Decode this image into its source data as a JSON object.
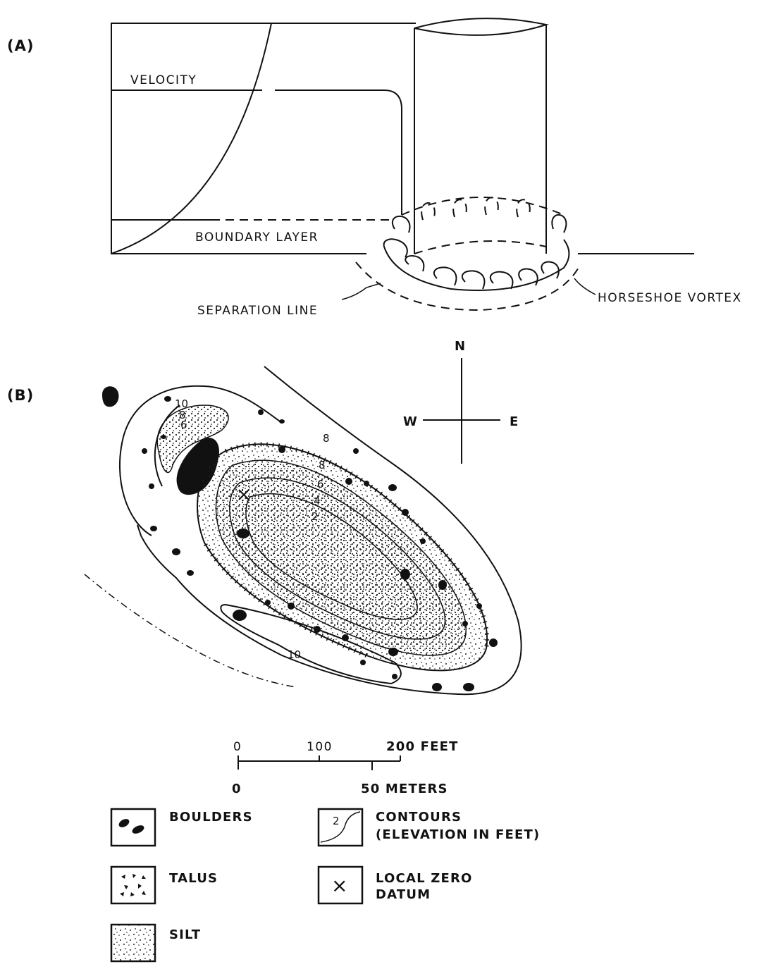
{
  "panel_a": {
    "label": "(A)",
    "velocity": "VELOCITY",
    "boundary_layer": "BOUNDARY LAYER",
    "separation_line": "SEPARATION LINE",
    "horseshoe_vortex": "HORSESHOE VORTEX"
  },
  "panel_b": {
    "label": "(B)",
    "compass": {
      "n": "N",
      "w": "W",
      "e": "E"
    },
    "contours": [
      "10",
      "8",
      "6",
      "8",
      "8",
      "6",
      "4",
      "2",
      "10"
    ],
    "scale": {
      "feet_ticks": [
        "0",
        "100",
        "200 FEET"
      ],
      "meters_ticks": [
        "0",
        "50 METERS"
      ]
    }
  },
  "legend": [
    {
      "key": "boulders",
      "lines": [
        "BOULDERS"
      ]
    },
    {
      "key": "talus",
      "lines": [
        "TALUS"
      ]
    },
    {
      "key": "silt",
      "lines": [
        "SILT"
      ]
    },
    {
      "key": "contours",
      "lines": [
        "CONTOURS",
        "(ELEVATION IN FEET)"
      ],
      "symbol_text": "2"
    },
    {
      "key": "datum",
      "lines": [
        "LOCAL ZERO",
        "DATUM"
      ],
      "symbol_text": "×"
    }
  ]
}
